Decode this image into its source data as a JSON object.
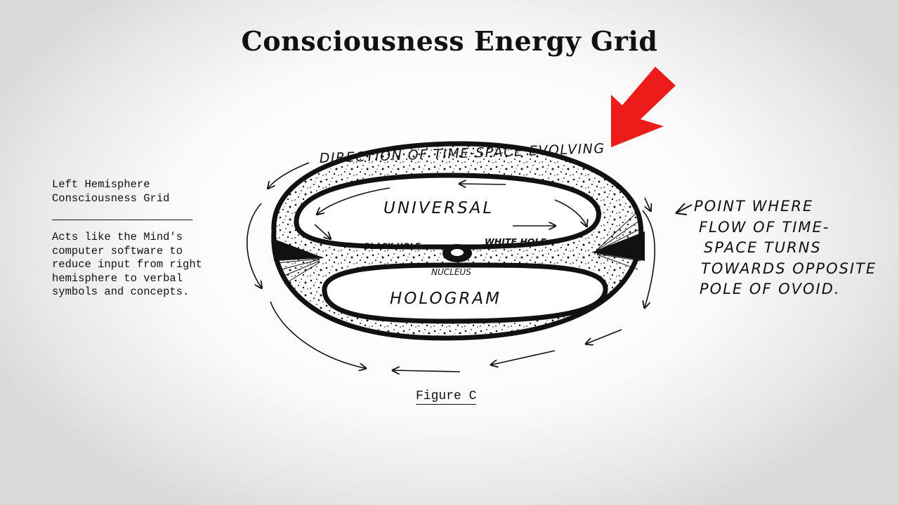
{
  "title": "Consciousness Energy Grid",
  "side_caption": {
    "heading": "Left Hemisphere\nConsciousness Grid",
    "body": "Acts like the Mind's\ncomputer software to\nreduce input from right\nhemisphere to verbal\nsymbols and concepts."
  },
  "diagram": {
    "top_label": "DIRECTION OF TIME-SPACE EVOLVING",
    "upper_lobe": "UNIVERSAL",
    "lower_lobe": "HOLOGRAM",
    "black_hole": "BLACK HOLE",
    "white_hole": "WHITE HOLE",
    "nucleus": "NUCLEUS",
    "right_note": [
      "POINT WHERE",
      "FLOW OF TIME-",
      "SPACE TURNS",
      "TOWARDS OPPOSITE",
      "POLE OF OVOID."
    ],
    "arrow_color": "#ee1b1b",
    "arrow_icon": "red-arrow-icon"
  },
  "figure_caption": "Figure C"
}
